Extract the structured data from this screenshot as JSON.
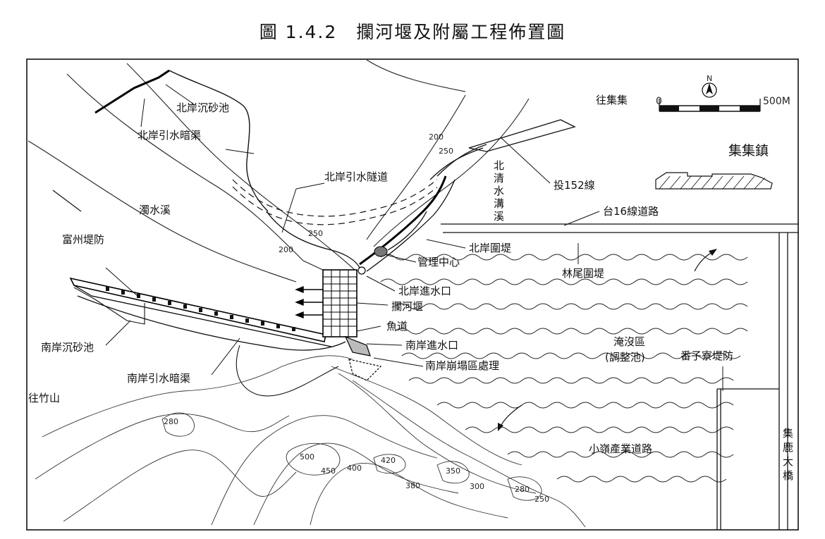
{
  "figure_title": "圖 1.4.2　攔河堰及附屬工程佈置圖",
  "scale": {
    "start": "0",
    "end": "500M"
  },
  "compass": {
    "north": "N"
  },
  "labels": {
    "north_sand_basin": "北岸沉砂池",
    "north_culvert": "北岸引水暗渠",
    "north_tunnel": "北岸引水隧道",
    "zhuoshui_river": "濁水溪",
    "fuzhou_levee": "富州堤防",
    "south_sand_basin": "南岸沉砂池",
    "south_culvert": "南岸引水暗渠",
    "to_zhushan": "往竹山",
    "to_jiji": "往集集",
    "jiji_town": "集集鎮",
    "route_152": "投152線",
    "route_16": "台16線道路",
    "north_levee": "北岸圍堤",
    "admin_center": "管理中心",
    "north_intake": "北岸進水口",
    "weir": "攔河堰",
    "fishway": "魚道",
    "south_intake": "南岸進水口",
    "south_landslide": "南岸崩塌區處理",
    "linwei_levee": "林尾圍堤",
    "inundation_area": "淹沒區",
    "regulating_pond": "(調整池)",
    "fanzi_levee": "番子寮堤防",
    "beiqing_ditch": [
      "北",
      "清",
      "水",
      "溝",
      "溪"
    ],
    "xiaoling_road": "小嶺產業道路",
    "jilu_bridge": [
      "集",
      "鹿",
      "大",
      "橋"
    ]
  },
  "contour_labels": [
    "200",
    "250",
    "250",
    "200",
    "280",
    "500",
    "450",
    "400",
    "420",
    "350",
    "300",
    "380",
    "280",
    "250"
  ]
}
